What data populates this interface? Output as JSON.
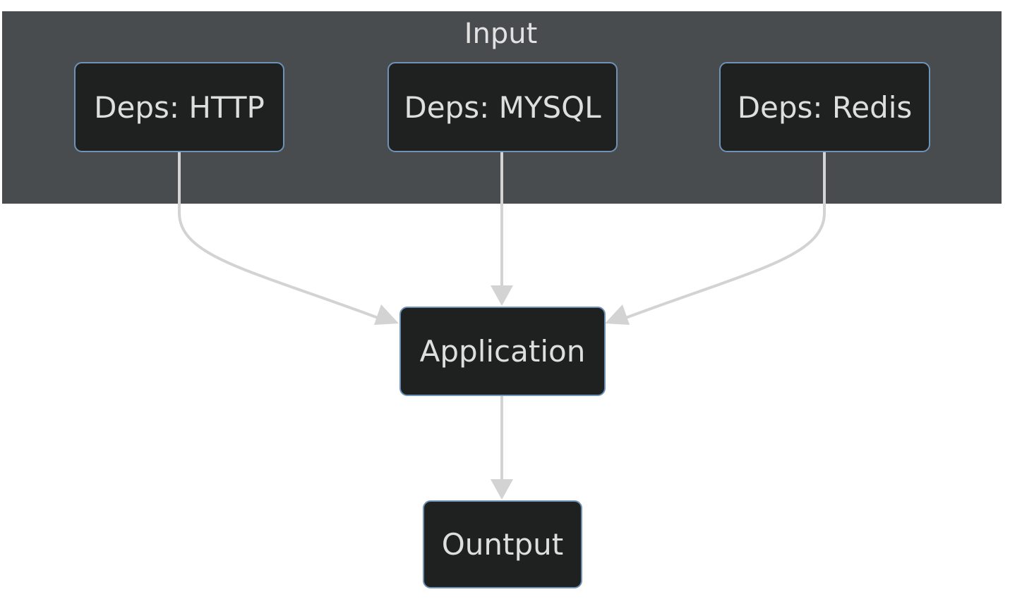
{
  "diagram": {
    "subgraph": {
      "title": "Input"
    },
    "nodes": {
      "http": {
        "label": "Deps: HTTP"
      },
      "mysql": {
        "label": "Deps: MYSQL"
      },
      "redis": {
        "label": "Deps: Redis"
      },
      "application": {
        "label": "Application"
      },
      "output": {
        "label": "Ountput"
      }
    },
    "edges": [
      {
        "from": "http",
        "to": "application"
      },
      {
        "from": "mysql",
        "to": "application"
      },
      {
        "from": "redis",
        "to": "application"
      },
      {
        "from": "application",
        "to": "output"
      }
    ],
    "colors": {
      "subgraph_fill": "#494c4e",
      "node_fill": "#1f2020",
      "node_border": "#6e93b7",
      "edge": "#d3d3d3",
      "text": "#dedede"
    }
  }
}
